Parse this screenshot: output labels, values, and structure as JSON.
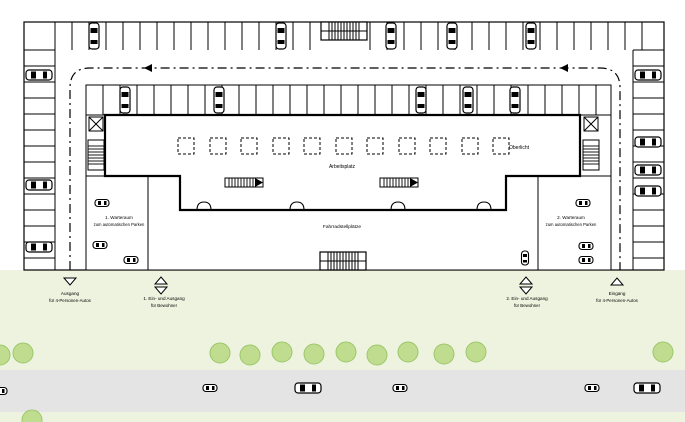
{
  "labels": {
    "oberlicht": "Oberlicht",
    "arbeitsplatz": "Arbeitsplatz",
    "fahrradstellplaetze": "Fahrradstellplätze",
    "warteraum1_line1": "1. Warteraum",
    "warteraum1_line2": "zum automatischen Parken",
    "warteraum2_line1": "2. Warteraum",
    "warteraum2_line2": "zum automatischen Parken",
    "ausgang_line1": "Ausgang",
    "ausgang_line2": "für 4-Personen-Autos",
    "ein1_line1": "1. Ein- und Ausgang",
    "ein1_line2": "für Bewohner",
    "ein2_line1": "2. Ein- und Ausgang",
    "ein2_line2": "für Bewohner",
    "eingang_line1": "Eingang",
    "eingang_line2": "für 4-Personen-Autos"
  },
  "colors": {
    "line": "#000000",
    "lawn": "#eef3df",
    "road": "#e4e4e4",
    "tree": "#bfdc8f",
    "tree_dark": "#9cc76a"
  },
  "icons": {
    "car": "car-icon",
    "skylight": "skylight-icon",
    "stair": "stair-icon",
    "elevator": "elevator-icon",
    "tree": "tree-icon",
    "bike_stand": "bike-stand-icon",
    "direction_arrow": "arrow-icon"
  }
}
